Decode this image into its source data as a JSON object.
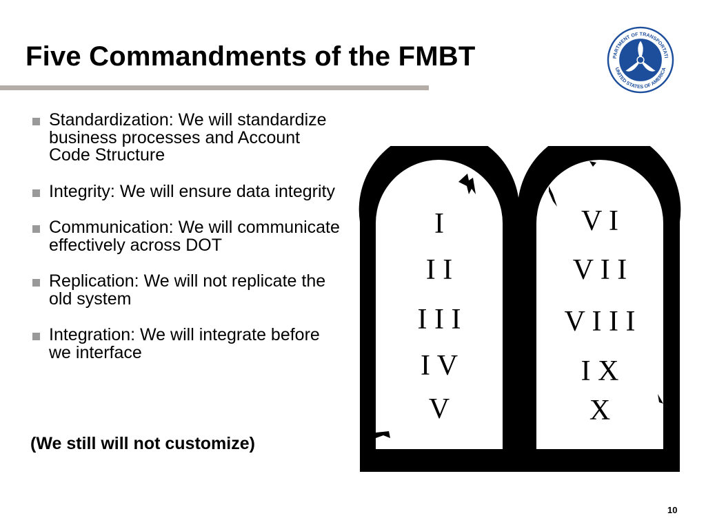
{
  "slide": {
    "title": "Five Commandments of the FMBT",
    "bullets": [
      {
        "text": "Standardization: We will standardize business processes and Account Code Structure"
      },
      {
        "text": "Integrity: We will ensure data integrity"
      },
      {
        "text": "Communication: We will communicate effectively across DOT"
      },
      {
        "text": "Replication: We will not replicate the old system"
      },
      {
        "text": "Integration: We will integrate before we interface"
      }
    ],
    "closing_note": "(We still will not customize)",
    "page_number": "10"
  },
  "logo": {
    "icon": "dot-seal-icon",
    "text_top": "DEPARTMENT OF TRANSPORTATION",
    "text_bottom": "UNITED STATES OF AMERICA"
  },
  "tablets": {
    "left_numerals": [
      "I",
      "I I",
      "I I I",
      "I V",
      "V"
    ],
    "right_numerals": [
      "V I",
      "V I I",
      "V I I I",
      "I X",
      "X"
    ]
  },
  "colors": {
    "title_rule": "#b4aca6",
    "bullet_square": "#999999",
    "seal_blue": "#1c4e9c"
  }
}
